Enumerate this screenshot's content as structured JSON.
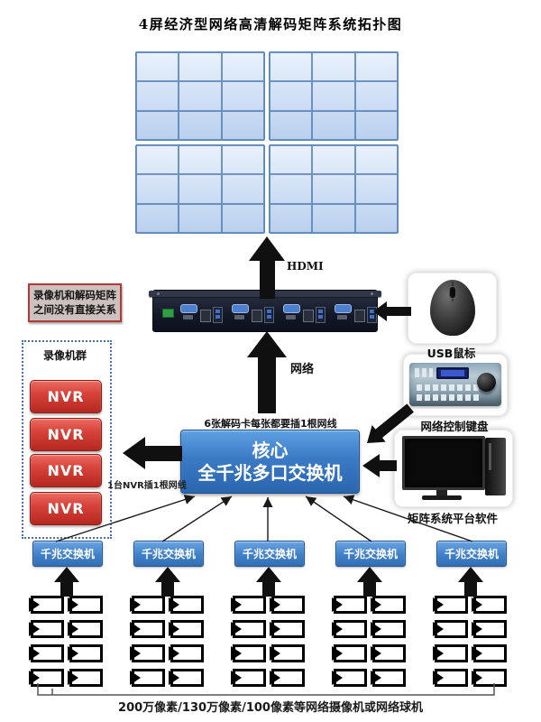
{
  "title": "4屏经济型网络高清解码矩阵系统拓扑图",
  "colors": {
    "wall_blue": "#cfe0f5",
    "core_switch_blue": "#3b7ac6",
    "edge_switch_blue": "#4080c8",
    "nvr_red": "#d8433b",
    "warning_border_red": "#ae3a33",
    "arrow_black": "#111111",
    "dotted_border_blue": "#4a6fb5"
  },
  "wall": {
    "panels": 4,
    "rows_per_panel": 3,
    "cols_per_panel": 3
  },
  "decoder": {
    "hdmi_label": "HDMI",
    "port_groups": 4
  },
  "core_switch": {
    "line1": "核心",
    "line2": "全千兆多口交换机",
    "note_top": "6张解码卡每张都要插1根网线",
    "note_network": "网络"
  },
  "warning_box": {
    "line1": "录像机和解码矩阵",
    "line2": "之间没有直接关系"
  },
  "nvr_group": {
    "label": "录像机群",
    "items": [
      "NVR",
      "NVR",
      "NVR",
      "NVR"
    ],
    "note": "1台NVR插1根网线"
  },
  "peripherals": {
    "mouse_label": "USB鼠标",
    "keyboard_label": "网络控制键盘",
    "platform_label": "矩阵系统平台软件"
  },
  "edge_switches": {
    "label": "千兆交换机",
    "count": 5
  },
  "cameras": {
    "clusters": 5,
    "per_cluster": 8,
    "note": "200万像素/130万像素/100像素等网络摄像机或网络球机"
  },
  "icons": {
    "camera": "camera-icon",
    "mouse": "usb-mouse-image",
    "keyboard": "control-keyboard-image",
    "platform_pc": "platform-pc-image",
    "decoder": "decoder-rack-image"
  }
}
